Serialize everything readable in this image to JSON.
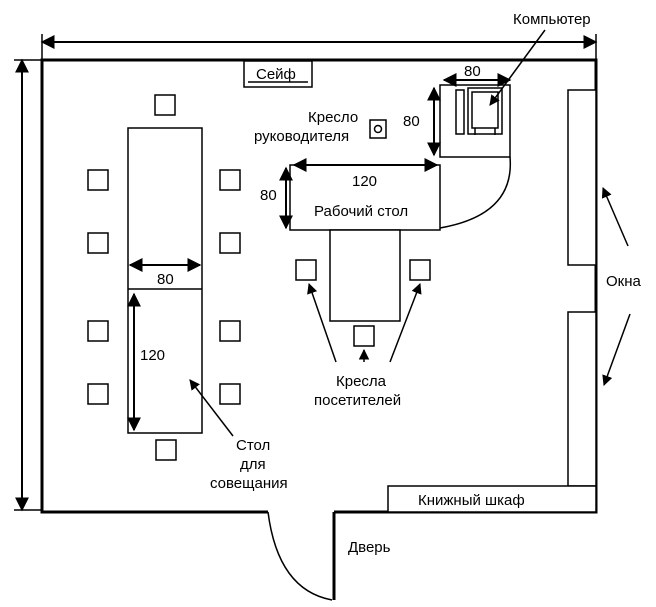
{
  "labels": {
    "computer": "Компьютер",
    "safe": "Сейф",
    "manager_chair_line1": "Кресло",
    "manager_chair_line2": "руководителя",
    "work_desk": "Рабочий стол",
    "visitor_chairs_line1": "Кресла",
    "visitor_chairs_line2": "посетителей",
    "windows": "Окна",
    "meeting_table_line1": "Стол",
    "meeting_table_line2": "для",
    "meeting_table_line3": "совещания",
    "bookcase": "Книжный шкаф",
    "door": "Дверь"
  },
  "dimensions": {
    "computer_width": "80",
    "computer_depth": "80",
    "desk_width": "120",
    "desk_depth": "80",
    "meeting_table_width": "80",
    "meeting_table_length": "120"
  }
}
